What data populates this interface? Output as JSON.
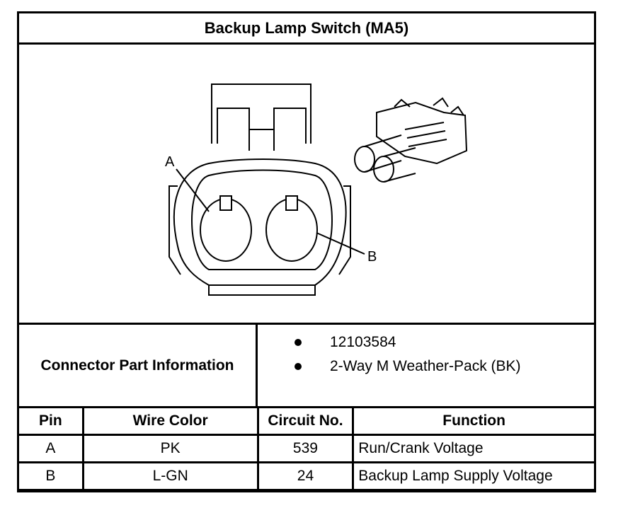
{
  "title": "Backup Lamp Switch (MA5)",
  "diagram": {
    "label_a": "A",
    "label_b": "B"
  },
  "connector_info": {
    "label": "Connector Part Information",
    "items": [
      "12103584",
      "2-Way M Weather-Pack (BK)"
    ]
  },
  "table": {
    "headers": [
      "Pin",
      "Wire Color",
      "Circuit No.",
      "Function"
    ],
    "rows": [
      [
        "A",
        "PK",
        "539",
        "Run/Crank Voltage"
      ],
      [
        "B",
        "L-GN",
        "24",
        "Backup Lamp Supply Voltage"
      ]
    ]
  }
}
